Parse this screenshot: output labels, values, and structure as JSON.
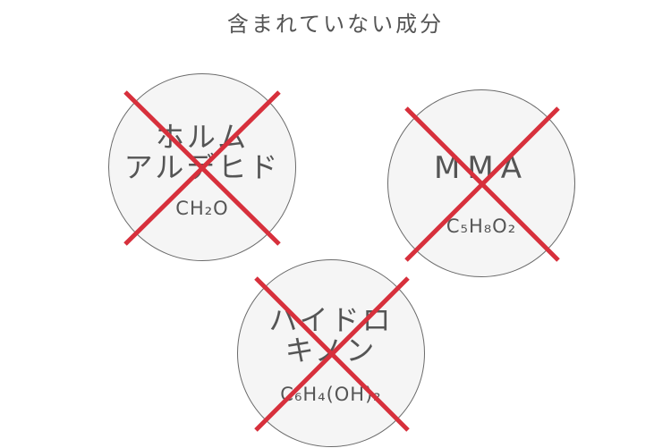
{
  "page": {
    "title": "含まれていない成分"
  },
  "ingredients": [
    {
      "name_lines": [
        "ホルム",
        "アルデヒド"
      ],
      "formula": "CH₂O"
    },
    {
      "name_lines": [
        "MMA"
      ],
      "formula": "C₅H₈O₂"
    },
    {
      "name_lines": [
        "ハイドロ",
        "キノン"
      ],
      "formula": "C₆H₄(OH)₂"
    }
  ],
  "colors": {
    "cross": "#d7303c",
    "circle_fill": "#f5f5f5",
    "circle_border": "#6b6b6b",
    "text": "#555555"
  }
}
